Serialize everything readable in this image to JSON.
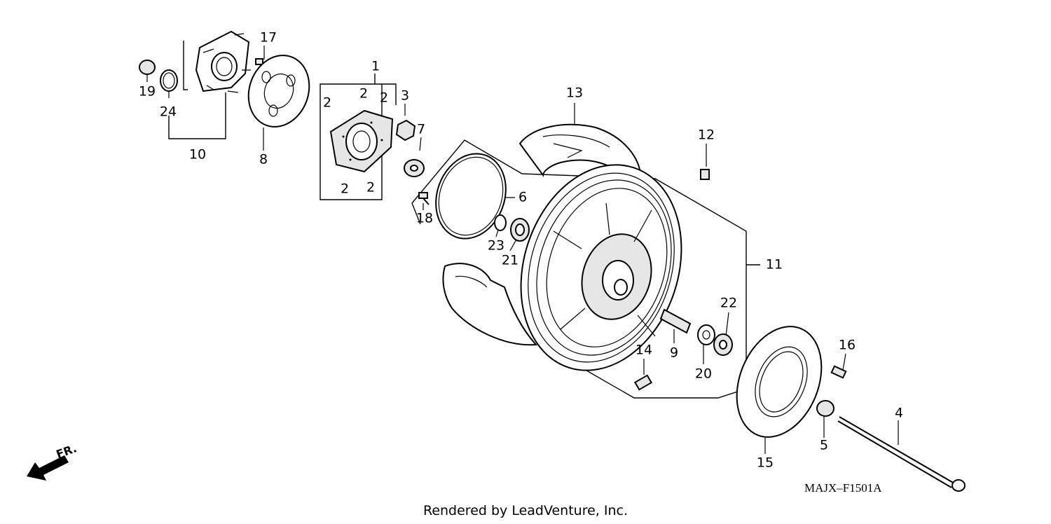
{
  "footer": {
    "text": "Rendered by LeadVenture, Inc."
  },
  "diagram_code": "MAJX–F1501A",
  "front_indicator": "FR.",
  "callouts": [
    {
      "id": "1",
      "label": "1"
    },
    {
      "id": "2a",
      "label": "2"
    },
    {
      "id": "2b",
      "label": "2"
    },
    {
      "id": "2c",
      "label": "2"
    },
    {
      "id": "2d",
      "label": "2"
    },
    {
      "id": "2e",
      "label": "2"
    },
    {
      "id": "3",
      "label": "3"
    },
    {
      "id": "4",
      "label": "4"
    },
    {
      "id": "5",
      "label": "5"
    },
    {
      "id": "6",
      "label": "6"
    },
    {
      "id": "7",
      "label": "7"
    },
    {
      "id": "8",
      "label": "8"
    },
    {
      "id": "9",
      "label": "9"
    },
    {
      "id": "10",
      "label": "10"
    },
    {
      "id": "11",
      "label": "11"
    },
    {
      "id": "12",
      "label": "12"
    },
    {
      "id": "13",
      "label": "13"
    },
    {
      "id": "14",
      "label": "14"
    },
    {
      "id": "15",
      "label": "15"
    },
    {
      "id": "16",
      "label": "16"
    },
    {
      "id": "17",
      "label": "17"
    },
    {
      "id": "18",
      "label": "18"
    },
    {
      "id": "19",
      "label": "19"
    },
    {
      "id": "20",
      "label": "20"
    },
    {
      "id": "21",
      "label": "21"
    },
    {
      "id": "22",
      "label": "22"
    },
    {
      "id": "23",
      "label": "23"
    },
    {
      "id": "24",
      "label": "24"
    }
  ]
}
